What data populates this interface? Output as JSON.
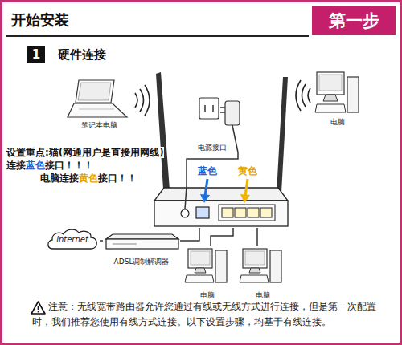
{
  "diagram": {
    "title": "开始安装",
    "caption": "注意：无线宽带路由器允许您通过有线或无线方式进行连接，但是第一次配置时，我们推荐您使用有线方式连接。以下设置步骤，均基于有线连接。",
    "nodes": [
      {
        "text": [
          "第一步"
        ]
      },
      {
        "text": [
          "1",
          "硬件连接"
        ]
      },
      {
        "text": [
          "笔记本电脑"
        ]
      },
      {
        "text": [
          "电脑"
        ]
      },
      {
        "text": [
          "电源接口"
        ]
      },
      {
        "text": [
          "蓝色",
          "黄色"
        ]
      },
      {
        "text": [
          "internet"
        ]
      },
      {
        "text": [
          "ADSL调制解调器"
        ]
      },
      {
        "text": [
          "电脑"
        ]
      },
      {
        "text": [
          "电脑"
        ]
      }
    ],
    "edges": [
      {
        "from": 6,
        "to": 7,
        "arrow": "none"
      },
      {
        "from": 7,
        "to": 5,
        "arrow": "none"
      },
      {
        "from": 4,
        "to": 5,
        "arrow": "none"
      },
      {
        "from": 5,
        "to": 8,
        "arrow": "none"
      },
      {
        "from": 5,
        "to": 9,
        "arrow": "none"
      }
    ],
    "labels": [
      "设置重点:猫(网通用户是直接用网线)",
      "连接",
      "蓝色",
      "接口！！！",
      "电脑连接",
      "黄色",
      "接口！！"
    ]
  }
}
